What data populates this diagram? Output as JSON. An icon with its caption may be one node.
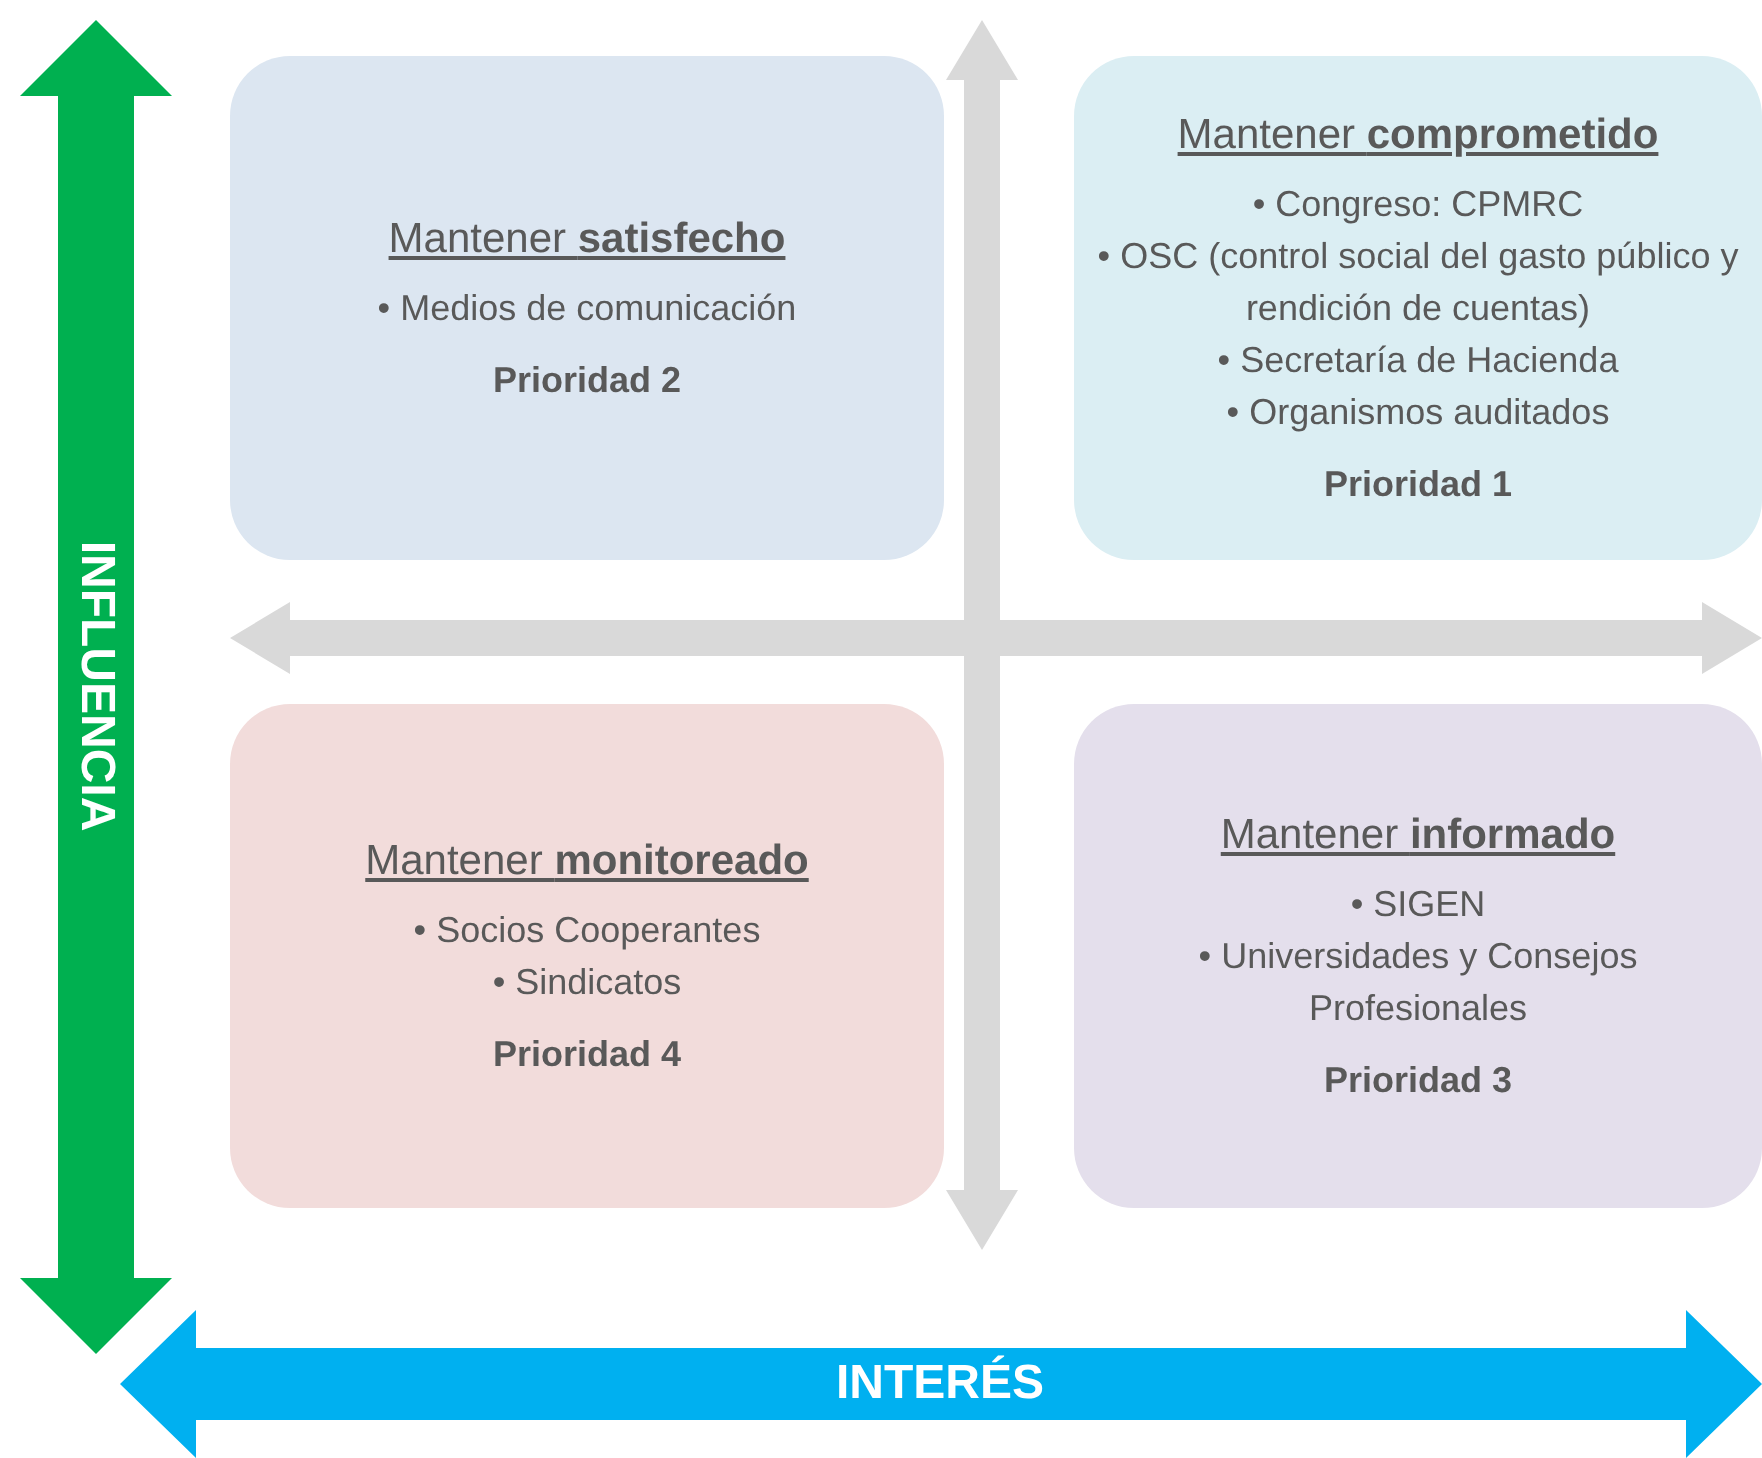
{
  "diagram": {
    "nodes": [
      {
        "text": [
          "Mantener **satisfecho**",
          "• Medios de comunicación",
          "Prioridad 2"
        ]
      },
      {
        "text": [
          "Mantener **comprometido**",
          "• Congreso: CPMRC",
          "• OSC (control social del gasto público y rendición de cuentas)",
          "• Secretaría de Hacienda",
          "• Organismos auditados",
          "Prioridad 1"
        ]
      },
      {
        "text": [
          "Mantener **monitoreado**",
          "• Socios Cooperantes",
          "• Sindicatos",
          "Prioridad 4"
        ]
      },
      {
        "text": [
          "Mantener **informado**",
          "• SIGEN",
          "• Universidades y Consejos Profesionales",
          "Prioridad 3"
        ]
      }
    ],
    "labels": [
      "INFLUENCIA",
      "INTERÉS"
    ]
  }
}
